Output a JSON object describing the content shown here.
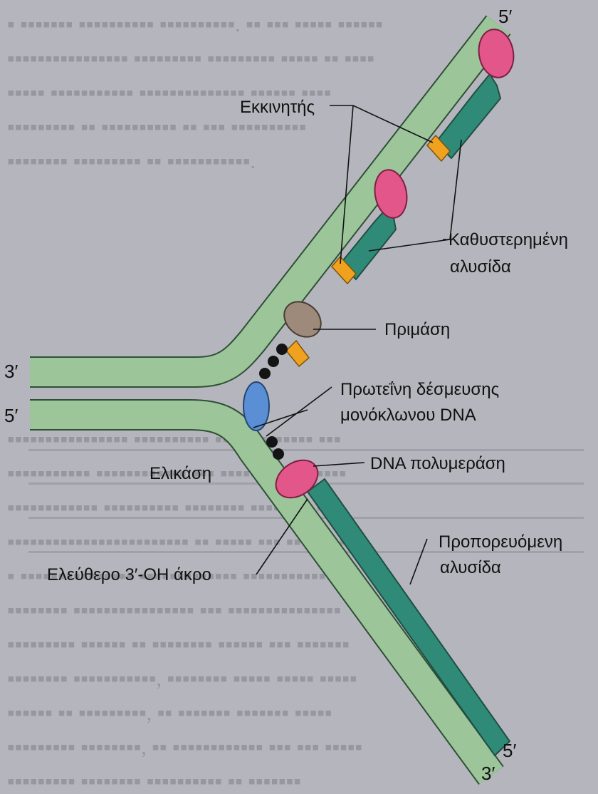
{
  "labels": {
    "primer": "Εκκινητής",
    "lagging_strand_line1": "Καθυστερημένη",
    "lagging_strand_line2": "αλυσίδα",
    "primase": "Πριμάση",
    "ssb_line1": "Πρωτεΐνη δέσμευσης",
    "ssb_line2": "μονόκλωνου DNA",
    "helicase": "Ελικάση",
    "polymerase": "DNA πολυμεράση",
    "leading_strand_line1": "Προπορευόμενη",
    "leading_strand_line2": "αλυσίδα",
    "free_oh_end": "Ελεύθερο 3′-OH άκρο"
  },
  "strand_ends": {
    "top_right_5": "5′",
    "left_top_3": "3′",
    "left_bottom_5": "5′",
    "bottom_right_5": "5′",
    "bottom_right_3": "3′"
  },
  "colors": {
    "background": "#b5b6bd",
    "dna_strand": "#9cc59a",
    "strand_outline": "#2f4f36",
    "new_strand": "#2f8a77",
    "primer": "#f0a21f",
    "polymerase": "#e2568a",
    "helicase": "#5a8fd6",
    "primase": "#9d8a7a",
    "ssb": "#141414"
  }
}
